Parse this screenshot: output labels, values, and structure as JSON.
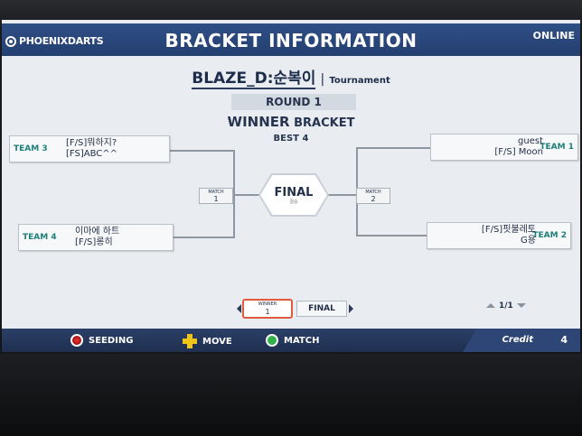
{
  "header": {
    "brand": "PHOENIXDARTS",
    "title": "BRACKET INFORMATION",
    "status": "ONLINE"
  },
  "game": {
    "name": "BLAZE_D:순복이",
    "separator": "|",
    "type": "Tournament"
  },
  "round": "ROUND 1",
  "bracket": {
    "winner": "WINNER",
    "bracket": "BRACKET",
    "best": "BEST 4"
  },
  "teams": {
    "team3": {
      "label": "TEAM 3",
      "players": [
        "[F/S]뭐하지?",
        "[FS]ABC^^"
      ]
    },
    "team4": {
      "label": "TEAM 4",
      "players": [
        "이마에 하트",
        "[F/S]롱히"
      ]
    },
    "team1": {
      "label": "TEAM 1",
      "players": [
        "guest",
        "[F/S] Moon"
      ]
    },
    "team2": {
      "label": "TEAM 2",
      "players": [
        "[F/S]핏불레토",
        "G용"
      ]
    }
  },
  "matches": {
    "match1": {
      "label": "MATCH",
      "number": "1"
    },
    "match2": {
      "label": "MATCH",
      "number": "2"
    }
  },
  "final": {
    "label": "FINAL",
    "sub": "결승"
  },
  "tabs": {
    "winner": {
      "label": "WINNER",
      "number": "1"
    },
    "final": "FINAL"
  },
  "pager": "1/1",
  "footer": {
    "seeding": "SEEDING",
    "move": "MOVE",
    "match": "MATCH",
    "credit_label": "Credit",
    "credit_value": "4"
  },
  "colors": {
    "header_blue": "#2f4f86",
    "team_label_teal": "#1e7f7a",
    "winner_tab_border": "#e05a3d",
    "seeding_button": "#d72b2b",
    "match_button": "#2fb24a",
    "move_dpad": "#f0c419"
  }
}
